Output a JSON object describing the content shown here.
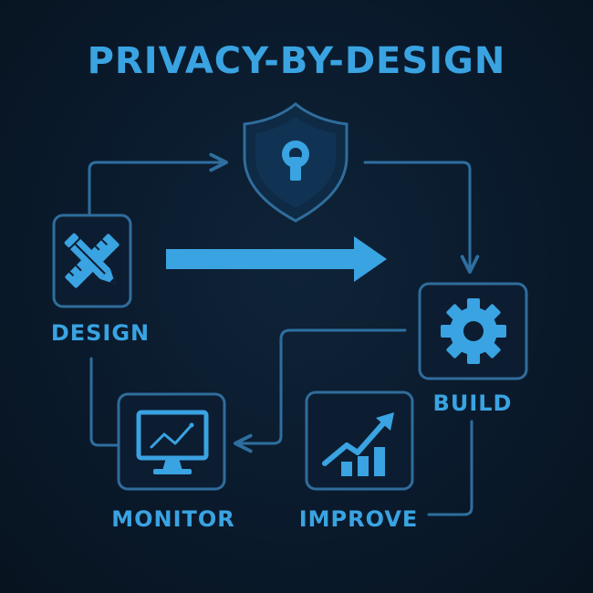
{
  "title": "PRIVACY-BY-DESIGN",
  "nodes": {
    "design": {
      "label": "DESIGN",
      "icon": "pencil-ruler-icon"
    },
    "privacy": {
      "label": "",
      "icon": "shield-keyhole-icon"
    },
    "build": {
      "label": "BUILD",
      "icon": "gear-icon"
    },
    "improve": {
      "label": "IMPROVE",
      "icon": "growth-chart-icon"
    },
    "monitor": {
      "label": "MONITOR",
      "icon": "monitor-chart-icon"
    }
  },
  "colors": {
    "background": "#0a1a2c",
    "accent": "#3aa3e2",
    "line": "#2e6fa0",
    "box_stroke": "#2f6d9c"
  }
}
